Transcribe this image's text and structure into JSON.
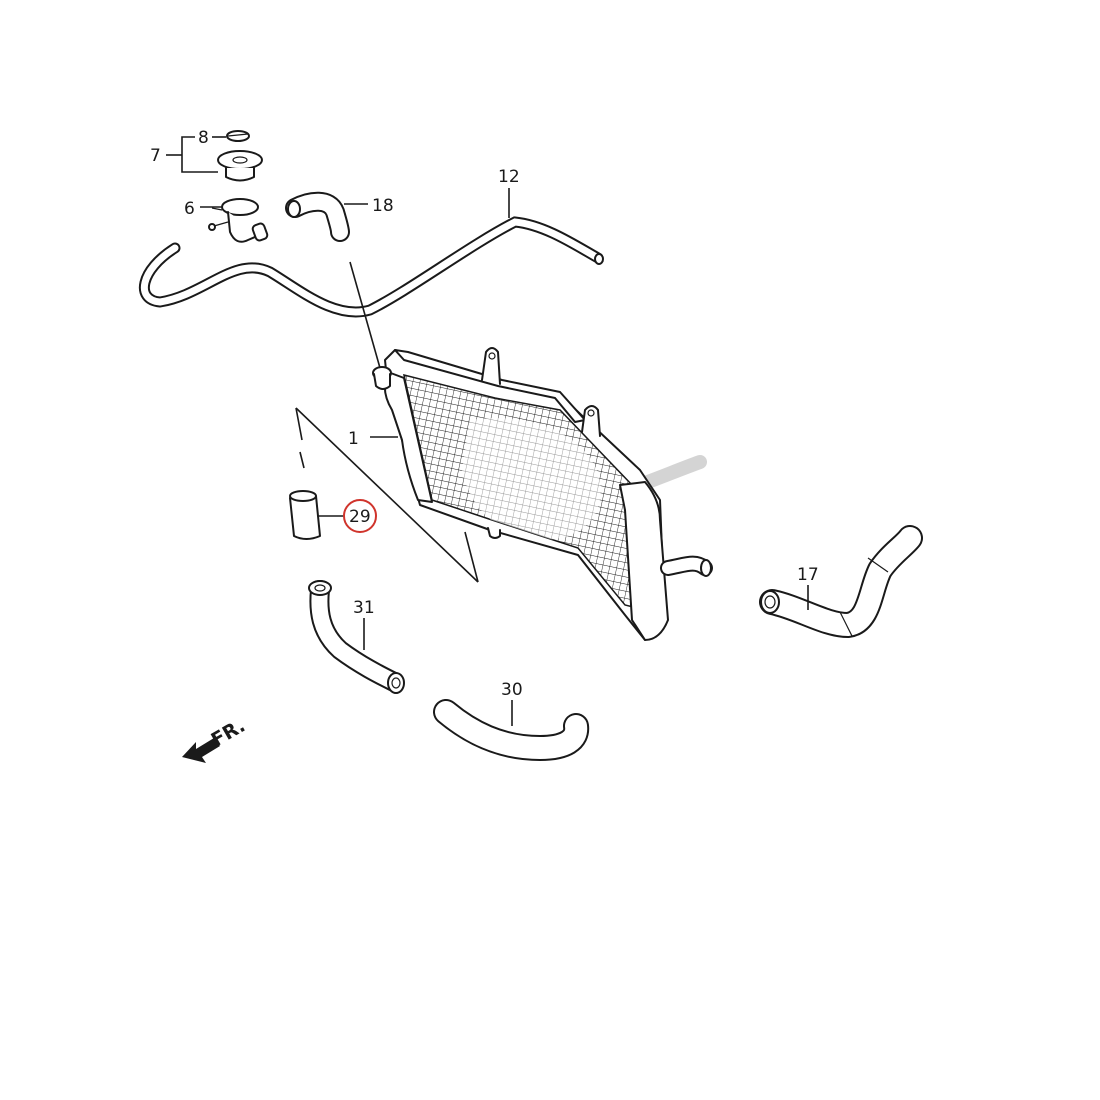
{
  "colors": {
    "ink": "#1a1a1a",
    "highlight": "#d0342c",
    "watermark": "#d4d4d4",
    "background": "#ffffff"
  },
  "highlighted_part": "29",
  "callouts": {
    "p1": "1",
    "p6": "6",
    "p7": "7",
    "p8": "8",
    "p12": "12",
    "p17": "17",
    "p18": "18",
    "p29": "29",
    "p30": "30",
    "p31": "31"
  },
  "front_indicator": "FR."
}
